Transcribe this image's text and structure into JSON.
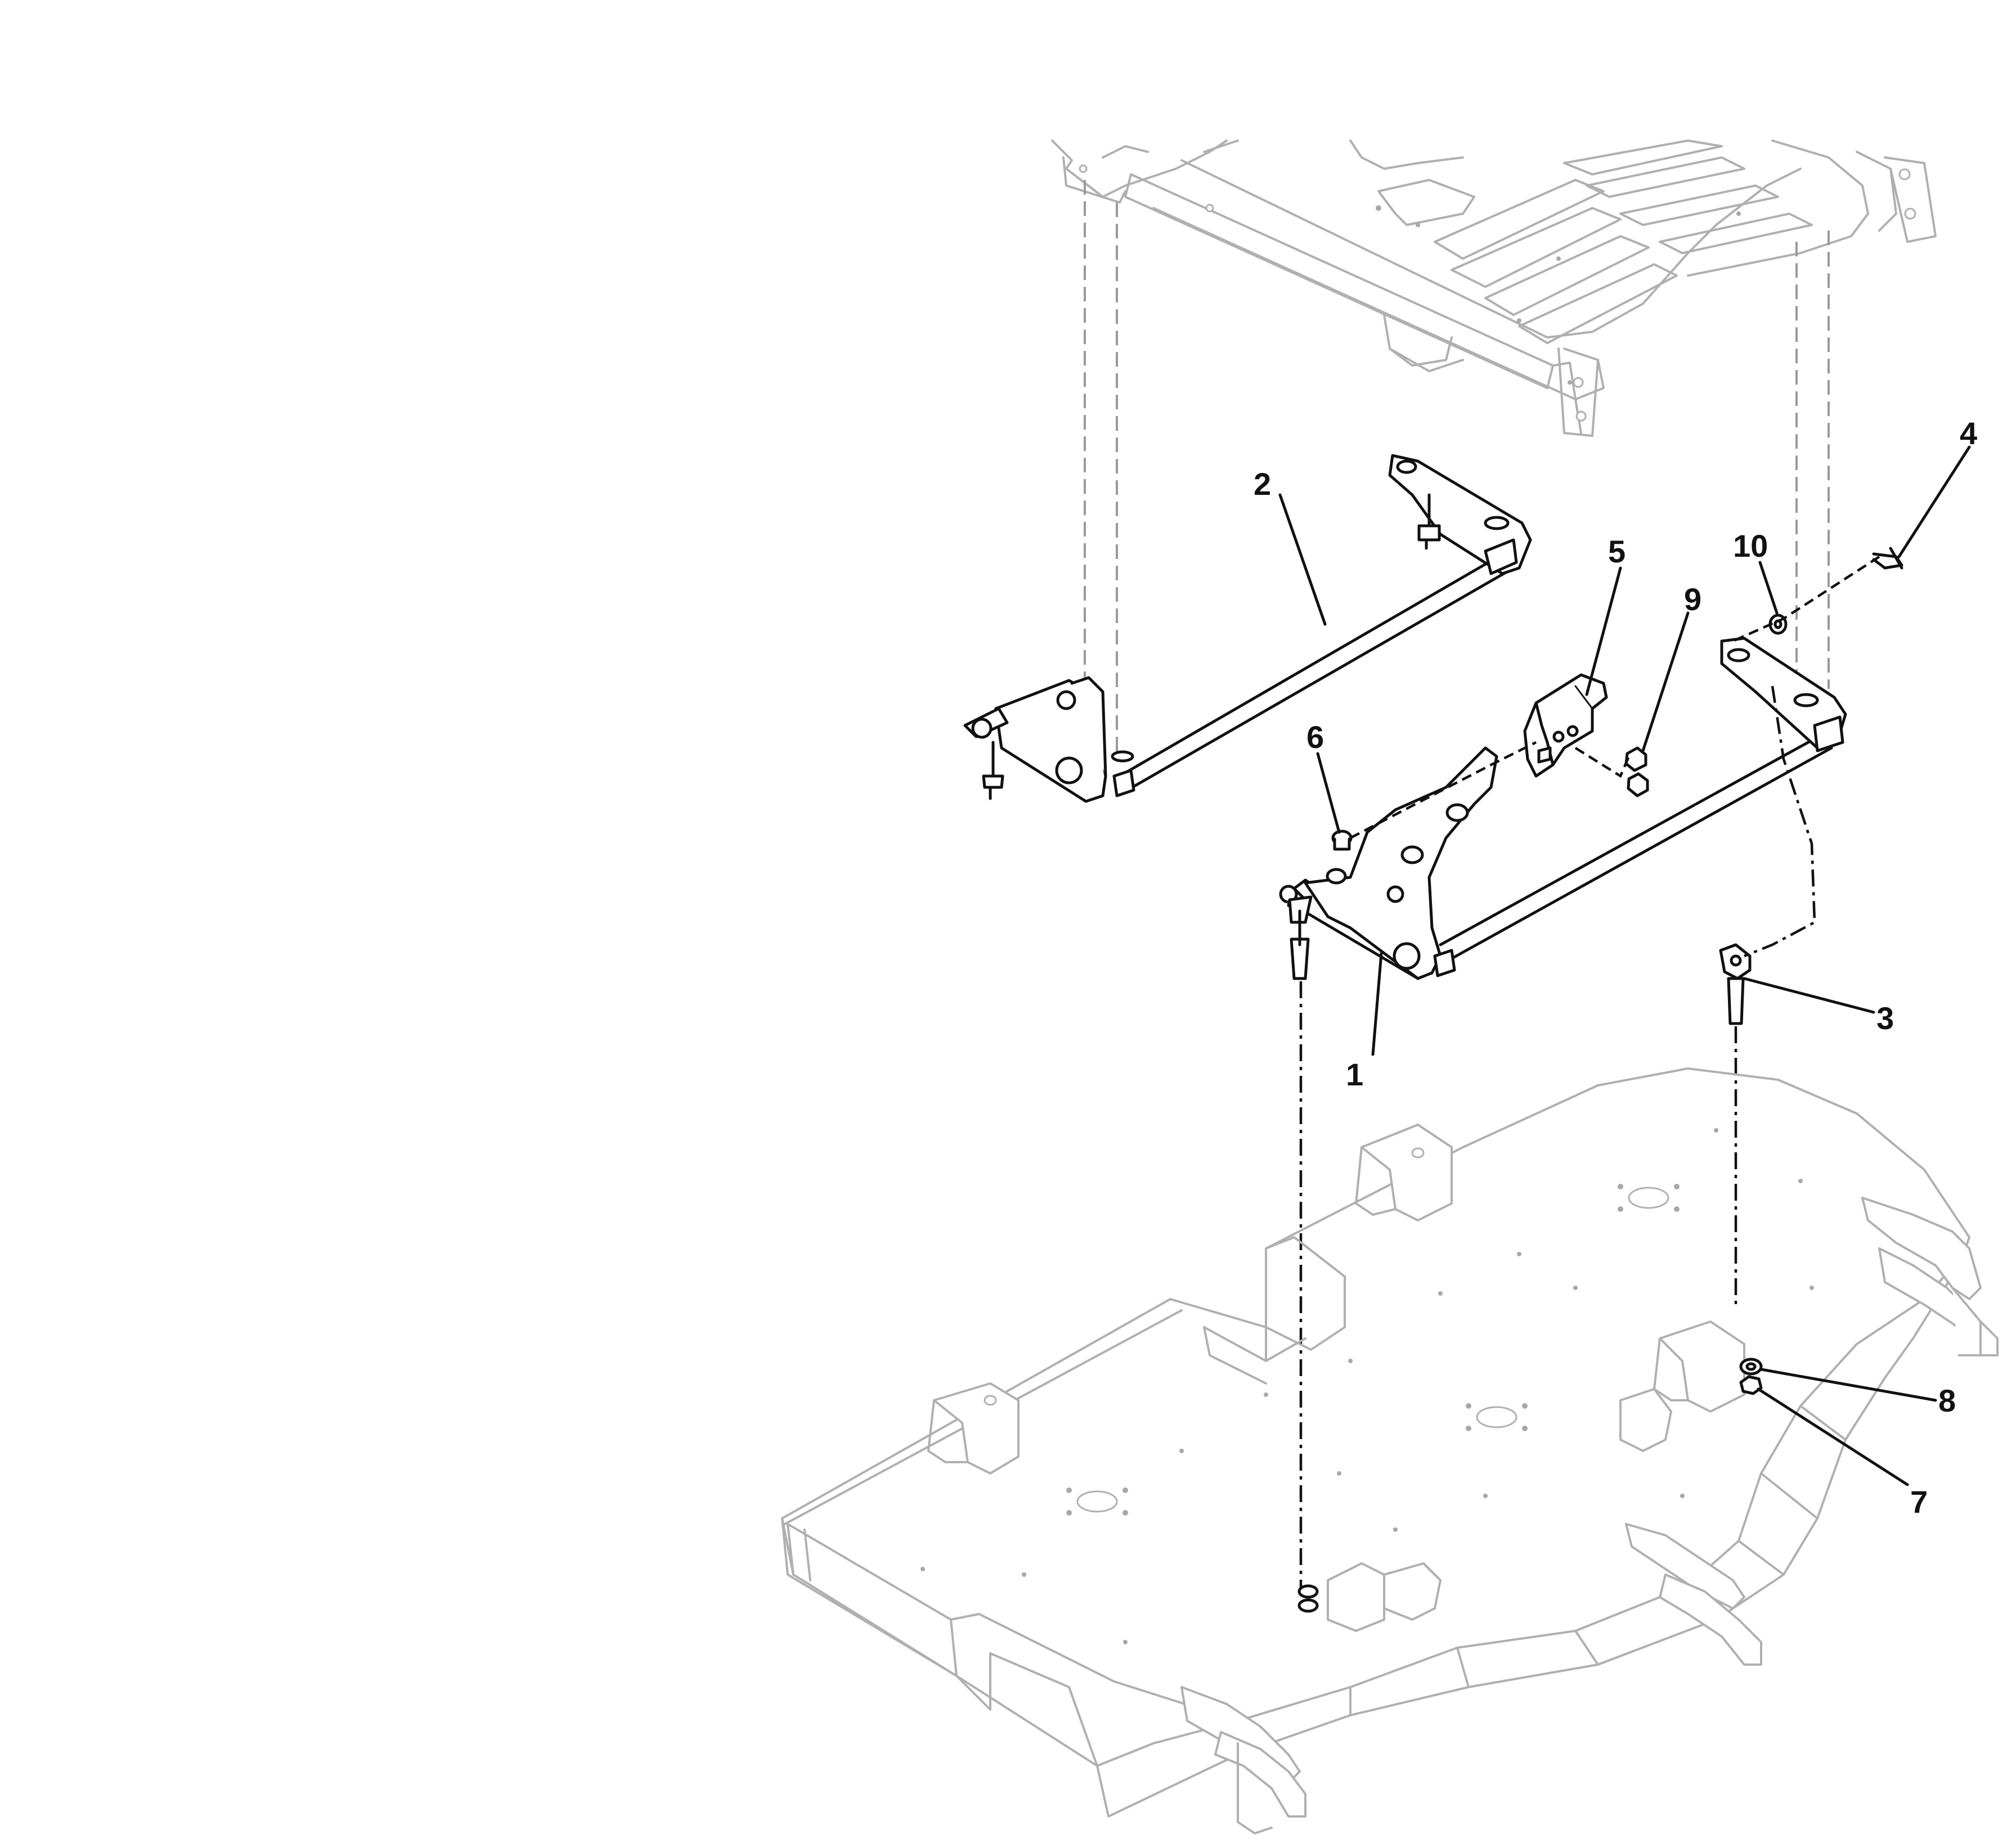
{
  "diagram": {
    "callouts": [
      {
        "id": "1",
        "label": "1"
      },
      {
        "id": "2",
        "label": "2"
      },
      {
        "id": "3",
        "label": "3"
      },
      {
        "id": "4",
        "label": "4"
      },
      {
        "id": "5",
        "label": "5"
      },
      {
        "id": "6",
        "label": "6"
      },
      {
        "id": "7",
        "label": "7"
      },
      {
        "id": "8",
        "label": "8"
      },
      {
        "id": "9",
        "label": "9"
      },
      {
        "id": "10",
        "label": "10"
      }
    ],
    "colors": {
      "part_stroke": "#111111",
      "ghost_stroke": "#b0b0b0",
      "background": "#ffffff"
    }
  }
}
